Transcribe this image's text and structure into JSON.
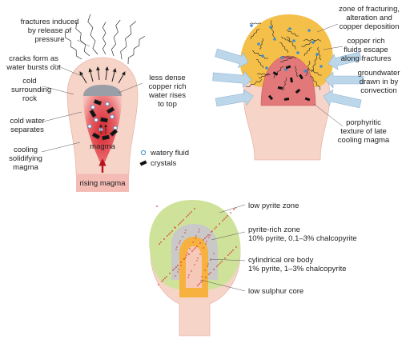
{
  "panel1": {
    "fractures": [
      "fractures induced",
      "by release of",
      "pressure"
    ],
    "cracks": [
      "cracks form as",
      "water bursts out"
    ],
    "cold_rock": [
      "cold",
      "surrounding",
      "rock"
    ],
    "cold_water": [
      "cold water",
      "separates"
    ],
    "cooling": [
      "cooling",
      "solidifying",
      "magma"
    ],
    "less_dense": [
      "less dense",
      "copper rich",
      "water rises",
      "to top"
    ],
    "magma": "magma",
    "rising": "rising magma",
    "legend_fluid": "watery fluid",
    "legend_crystals": "crystals"
  },
  "panel2": {
    "zone": [
      "zone of fracturing,",
      "alteration and",
      "copper deposition"
    ],
    "copper_fluids": [
      "copper rich",
      "fluids escape",
      "along fractures"
    ],
    "groundwater": [
      "groundwater",
      "drawn in by",
      "convection"
    ],
    "porphyritic": [
      "porphyritic",
      "texture of late",
      "cooling magma"
    ]
  },
  "panel3": {
    "low_pyrite": "low pyrite zone",
    "pyrite_rich": [
      "pyrite-rich zone",
      "10% pyrite, 0.1–3% chalcopyrite"
    ],
    "ore_body": [
      "cylindrical ore body",
      "1% pyrite, 1–3% chalcopyrite"
    ],
    "low_sulphur": "low sulphur core"
  },
  "colors": {
    "rock": "#f6d4c8",
    "magma": "#e2585a",
    "magma_light": "#f4b4b0",
    "grey_cap": "#9a9ea6",
    "orange_zone": "#f5c04a",
    "green_zone": "#cfe29a",
    "grey_zone": "#c9c9c9",
    "arrow_blue": "#bcd6ea",
    "core_orange": "#f7b13e",
    "rising_box": "#f4bcb4",
    "arrow_red": "#b8121b"
  }
}
